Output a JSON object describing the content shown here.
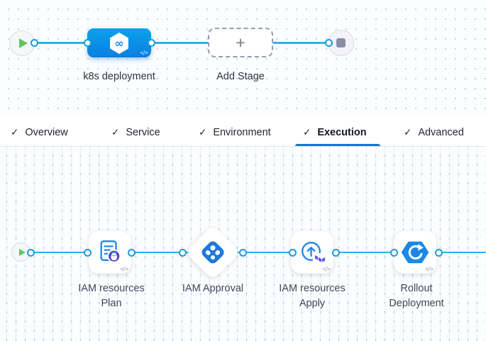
{
  "colors": {
    "connector_line": "#2fb2e9",
    "stage_node_gradient_top": "#0ba1ea",
    "stage_node_gradient_bottom": "#0b7fe0",
    "active_tab_underline": "#1973d2",
    "icon_blue": "#1b87e6",
    "terraform_purple": "#5c4ee5",
    "plan_badge_purple": "#5b40c8",
    "play_green": "#62c462",
    "end_square_gray": "#8b8da4"
  },
  "glyphs": {
    "check": "✓",
    "plus": "+",
    "code": "</>",
    "infinity": "∞"
  },
  "stage_graph": {
    "start_node": "play",
    "stage": {
      "label": "k8s deployment",
      "icon": "harness-cd-hexagon-infinity"
    },
    "add_stage": {
      "label": "Add Stage"
    },
    "end_node": "stop"
  },
  "tabs": {
    "items": [
      {
        "label": "Overview",
        "checked": true,
        "active": false
      },
      {
        "label": "Service",
        "checked": true,
        "active": false
      },
      {
        "label": "Environment",
        "checked": true,
        "active": false
      },
      {
        "label": "Execution",
        "checked": true,
        "active": true
      },
      {
        "label": "Advanced",
        "checked": true,
        "active": false
      }
    ]
  },
  "execution_graph": {
    "start_node": "play",
    "steps": [
      {
        "line1": "IAM resources",
        "line2": "Plan",
        "icon": "terraform-plan-document"
      },
      {
        "line1": "IAM Approval",
        "line2": "",
        "icon": "harness-approval-diamond"
      },
      {
        "line1": "IAM resources",
        "line2": "Apply",
        "icon": "terraform-apply-arrow"
      },
      {
        "line1": "Rollout",
        "line2": "Deployment",
        "icon": "k8s-rollout-hexagon"
      }
    ]
  }
}
